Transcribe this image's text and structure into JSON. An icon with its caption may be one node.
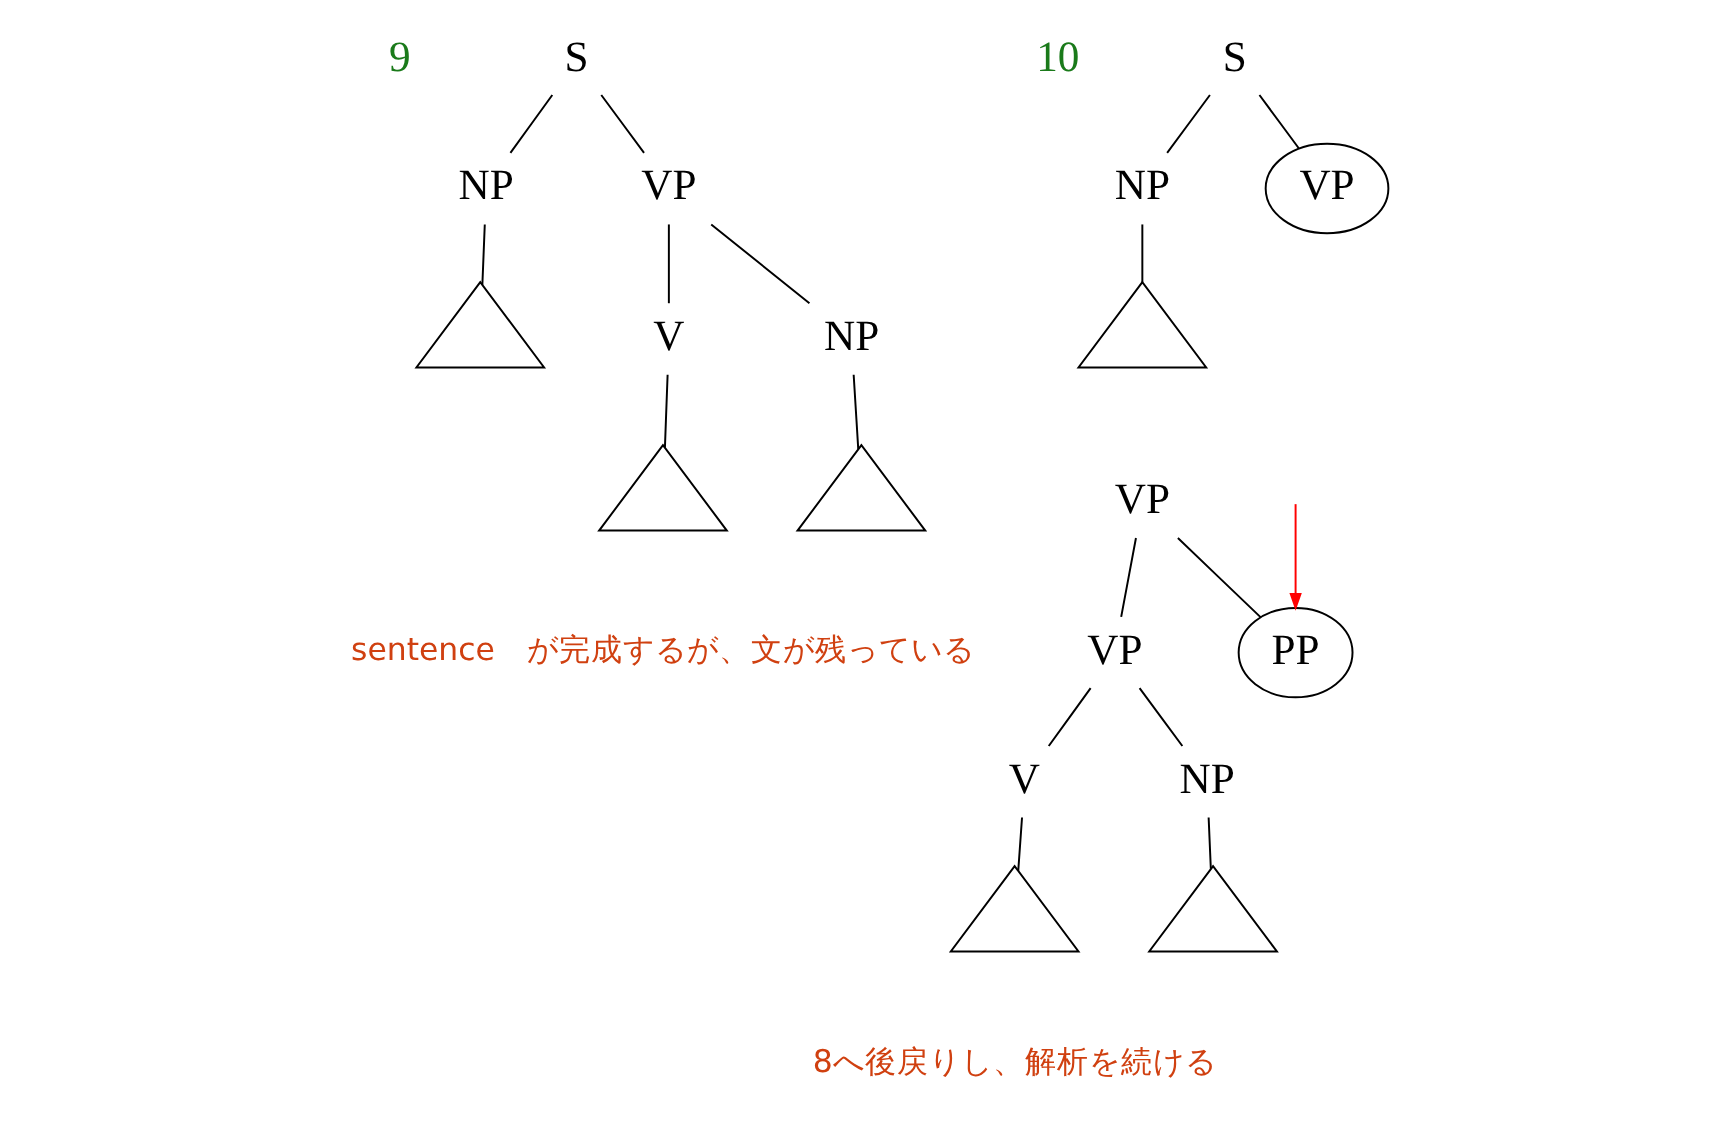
{
  "diagram": {
    "nodes": [
      {
        "text": [
          "S"
        ]
      },
      {
        "text": [
          "NP"
        ]
      },
      {
        "text": [
          "VP"
        ]
      },
      {
        "text": [],
        "shape": "triangle"
      },
      {
        "text": [
          "V"
        ]
      },
      {
        "text": [
          "NP"
        ]
      },
      {
        "text": [],
        "shape": "triangle"
      },
      {
        "text": [],
        "shape": "triangle"
      },
      {
        "text": [
          "S"
        ]
      },
      {
        "text": [
          "NP"
        ]
      },
      {
        "text": [
          "VP"
        ]
      },
      {
        "text": [],
        "shape": "triangle"
      },
      {
        "text": [
          "VP"
        ]
      },
      {
        "text": [
          "VP"
        ]
      },
      {
        "text": [
          "PP"
        ]
      },
      {
        "text": [
          "V"
        ]
      },
      {
        "text": [
          "NP"
        ]
      },
      {
        "text": [],
        "shape": "triangle"
      },
      {
        "text": [],
        "shape": "triangle"
      }
    ],
    "edges": [
      {
        "from": 0,
        "to": 1,
        "arrow": "none"
      },
      {
        "from": 0,
        "to": 2,
        "arrow": "none"
      },
      {
        "from": 1,
        "to": 3,
        "arrow": "none"
      },
      {
        "from": 2,
        "to": 4,
        "arrow": "none"
      },
      {
        "from": 2,
        "to": 5,
        "arrow": "none"
      },
      {
        "from": 4,
        "to": 6,
        "arrow": "none"
      },
      {
        "from": 5,
        "to": 7,
        "arrow": "none"
      },
      {
        "from": 8,
        "to": 9,
        "arrow": "none"
      },
      {
        "from": 8,
        "to": 10,
        "arrow": "none"
      },
      {
        "from": 9,
        "to": 11,
        "arrow": "none"
      },
      {
        "from": 12,
        "to": 13,
        "arrow": "none"
      },
      {
        "from": 12,
        "to": 14,
        "arrow": "none"
      },
      {
        "from": 13,
        "to": 15,
        "arrow": "none"
      },
      {
        "from": 13,
        "to": 16,
        "arrow": "none"
      },
      {
        "from": 15,
        "to": 17,
        "arrow": "none"
      },
      {
        "from": 16,
        "to": 18,
        "arrow": "none"
      },
      {
        "from": null,
        "to": 14,
        "arrow": "to",
        "color": "#ff0000"
      }
    ],
    "labels": [
      "9",
      "10",
      "sentence　が完成するが、文が残っている",
      "8へ後戻りし、解析を続ける"
    ]
  }
}
